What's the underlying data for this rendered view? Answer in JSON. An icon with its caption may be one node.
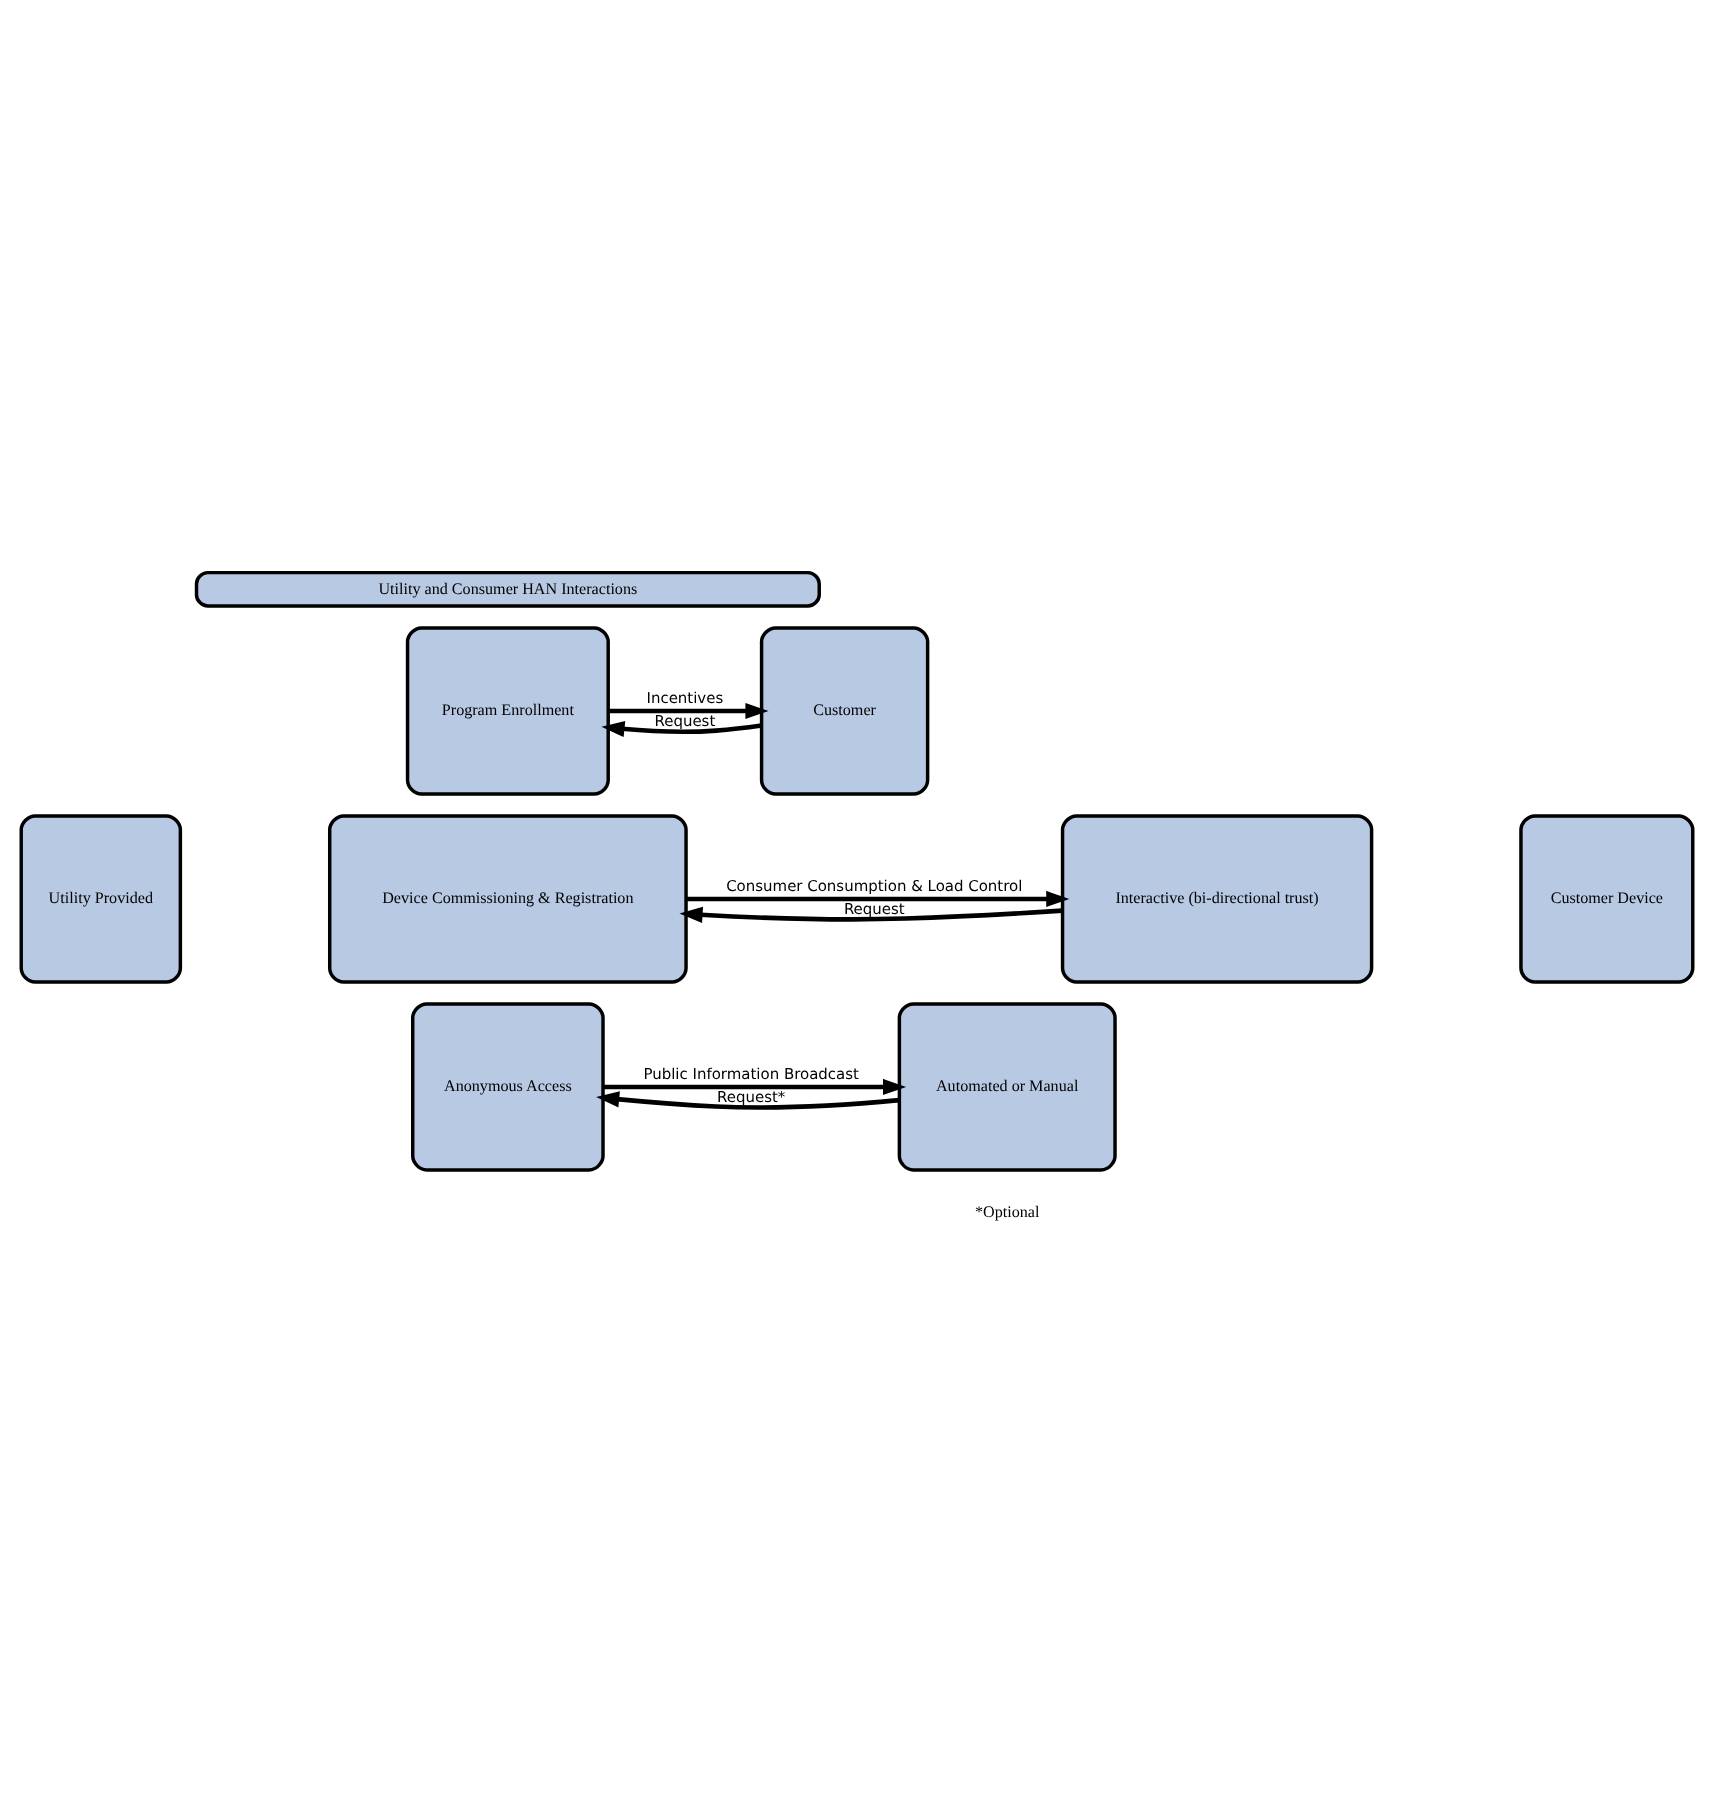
{
  "diagram": {
    "nodes": [
      {
        "text": [
          "Utility and Consumer HAN Interactions"
        ]
      },
      {
        "text": [
          "Utility Provided"
        ]
      },
      {
        "text": [
          "Program Enrollment"
        ]
      },
      {
        "text": [
          "Customer"
        ]
      },
      {
        "text": [
          "Device Commissioning & Registration"
        ]
      },
      {
        "text": [
          "Interactive (bi-directional trust)"
        ]
      },
      {
        "text": [
          "Customer Device"
        ]
      },
      {
        "text": [
          "Anonymous Access"
        ]
      },
      {
        "text": [
          "Automated or Manual"
        ]
      }
    ],
    "edges": [
      {
        "from": 3,
        "to": 2,
        "arrow": "to",
        "label": "Request"
      },
      {
        "from": 2,
        "to": 3,
        "arrow": "to",
        "label": "Incentives"
      },
      {
        "from": 5,
        "to": 4,
        "arrow": "to",
        "label": "Request"
      },
      {
        "from": 4,
        "to": 5,
        "arrow": "to",
        "label": "Consumer Consumption & Load Control"
      },
      {
        "from": 8,
        "to": 7,
        "arrow": "to",
        "label": "Request*"
      },
      {
        "from": 7,
        "to": 8,
        "arrow": "to",
        "label": "Public Information Broadcast"
      }
    ],
    "labels": [
      "*Optional"
    ]
  }
}
